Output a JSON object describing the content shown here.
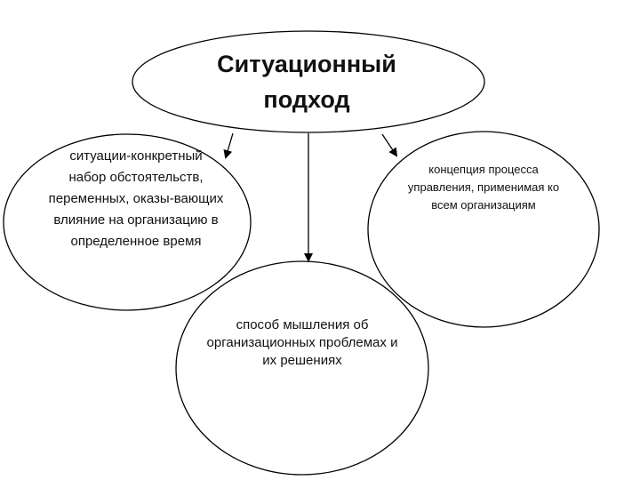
{
  "diagram": {
    "title": [
      "Ситуационный",
      "подход"
    ],
    "left_node": [
      "ситуации-конкретный",
      "набор обстоятельств,",
      "переменных, оказы-вающих",
      "влияние на организацию в",
      "определенное время"
    ],
    "right_node": [
      "концепция процесса",
      "управления, применимая ко",
      "всем организациям"
    ],
    "bottom_node": [
      "способ мышления об",
      "организационных проблемах и",
      "их решениях"
    ],
    "colors": {
      "stroke": "#000000",
      "fill": "#ffffff",
      "text": "#111111"
    }
  }
}
